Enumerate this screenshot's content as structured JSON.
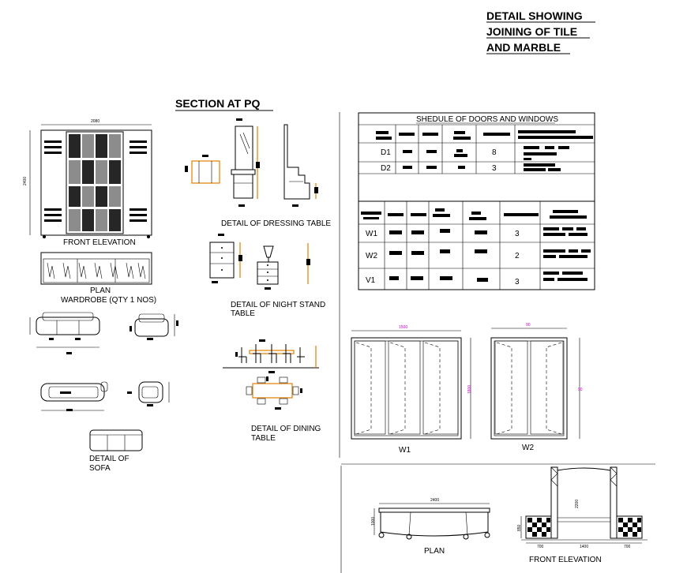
{
  "headings": {
    "detail_tile_marble": [
      "DETAIL SHOWING",
      "JOINING OF TILE",
      "AND MARBLE"
    ],
    "section_pq": "SECTION AT PQ"
  },
  "wardrobe": {
    "dim_width": "2080",
    "dim_height": "2400",
    "front_elevation": "FRONT ELEVATION",
    "plan": "PLAN",
    "title": "WARDROBE (QTY 1 NOS)"
  },
  "sofa": {
    "title": [
      "DETAIL OF",
      "SOFA"
    ]
  },
  "dressing_table": {
    "title": "DETAIL OF DRESSING TABLE"
  },
  "night_stand": {
    "title": [
      "DETAIL OF NIGHT STAND",
      "TABLE"
    ]
  },
  "dining_table": {
    "title": [
      "DETAIL OF DINING",
      "TABLE"
    ]
  },
  "schedule": {
    "title": "SHEDULE OF DOORS AND WINDOWS",
    "doors": [
      {
        "id": "D1",
        "qty": "8"
      },
      {
        "id": "D2",
        "qty": "3"
      }
    ],
    "windows": [
      {
        "id": "W1",
        "qty": "3"
      },
      {
        "id": "W2",
        "qty": "2"
      },
      {
        "id": "V1",
        "qty": "3"
      }
    ]
  },
  "window_w1": {
    "label": "W1",
    "dim_width": "1500",
    "dim_height": "1800"
  },
  "window_w2": {
    "label": "W2",
    "dim_width": "90",
    "dim_height": "90"
  },
  "bottom_plan": {
    "label": "PLAN",
    "dim_width": "2400",
    "dim_height": "1000"
  },
  "bottom_front": {
    "label": "FRONT ELEVATION",
    "dim_left": "700",
    "dim_mid": "1400",
    "dim_right": "700",
    "dim_height": "2200",
    "dim_side": "850"
  }
}
